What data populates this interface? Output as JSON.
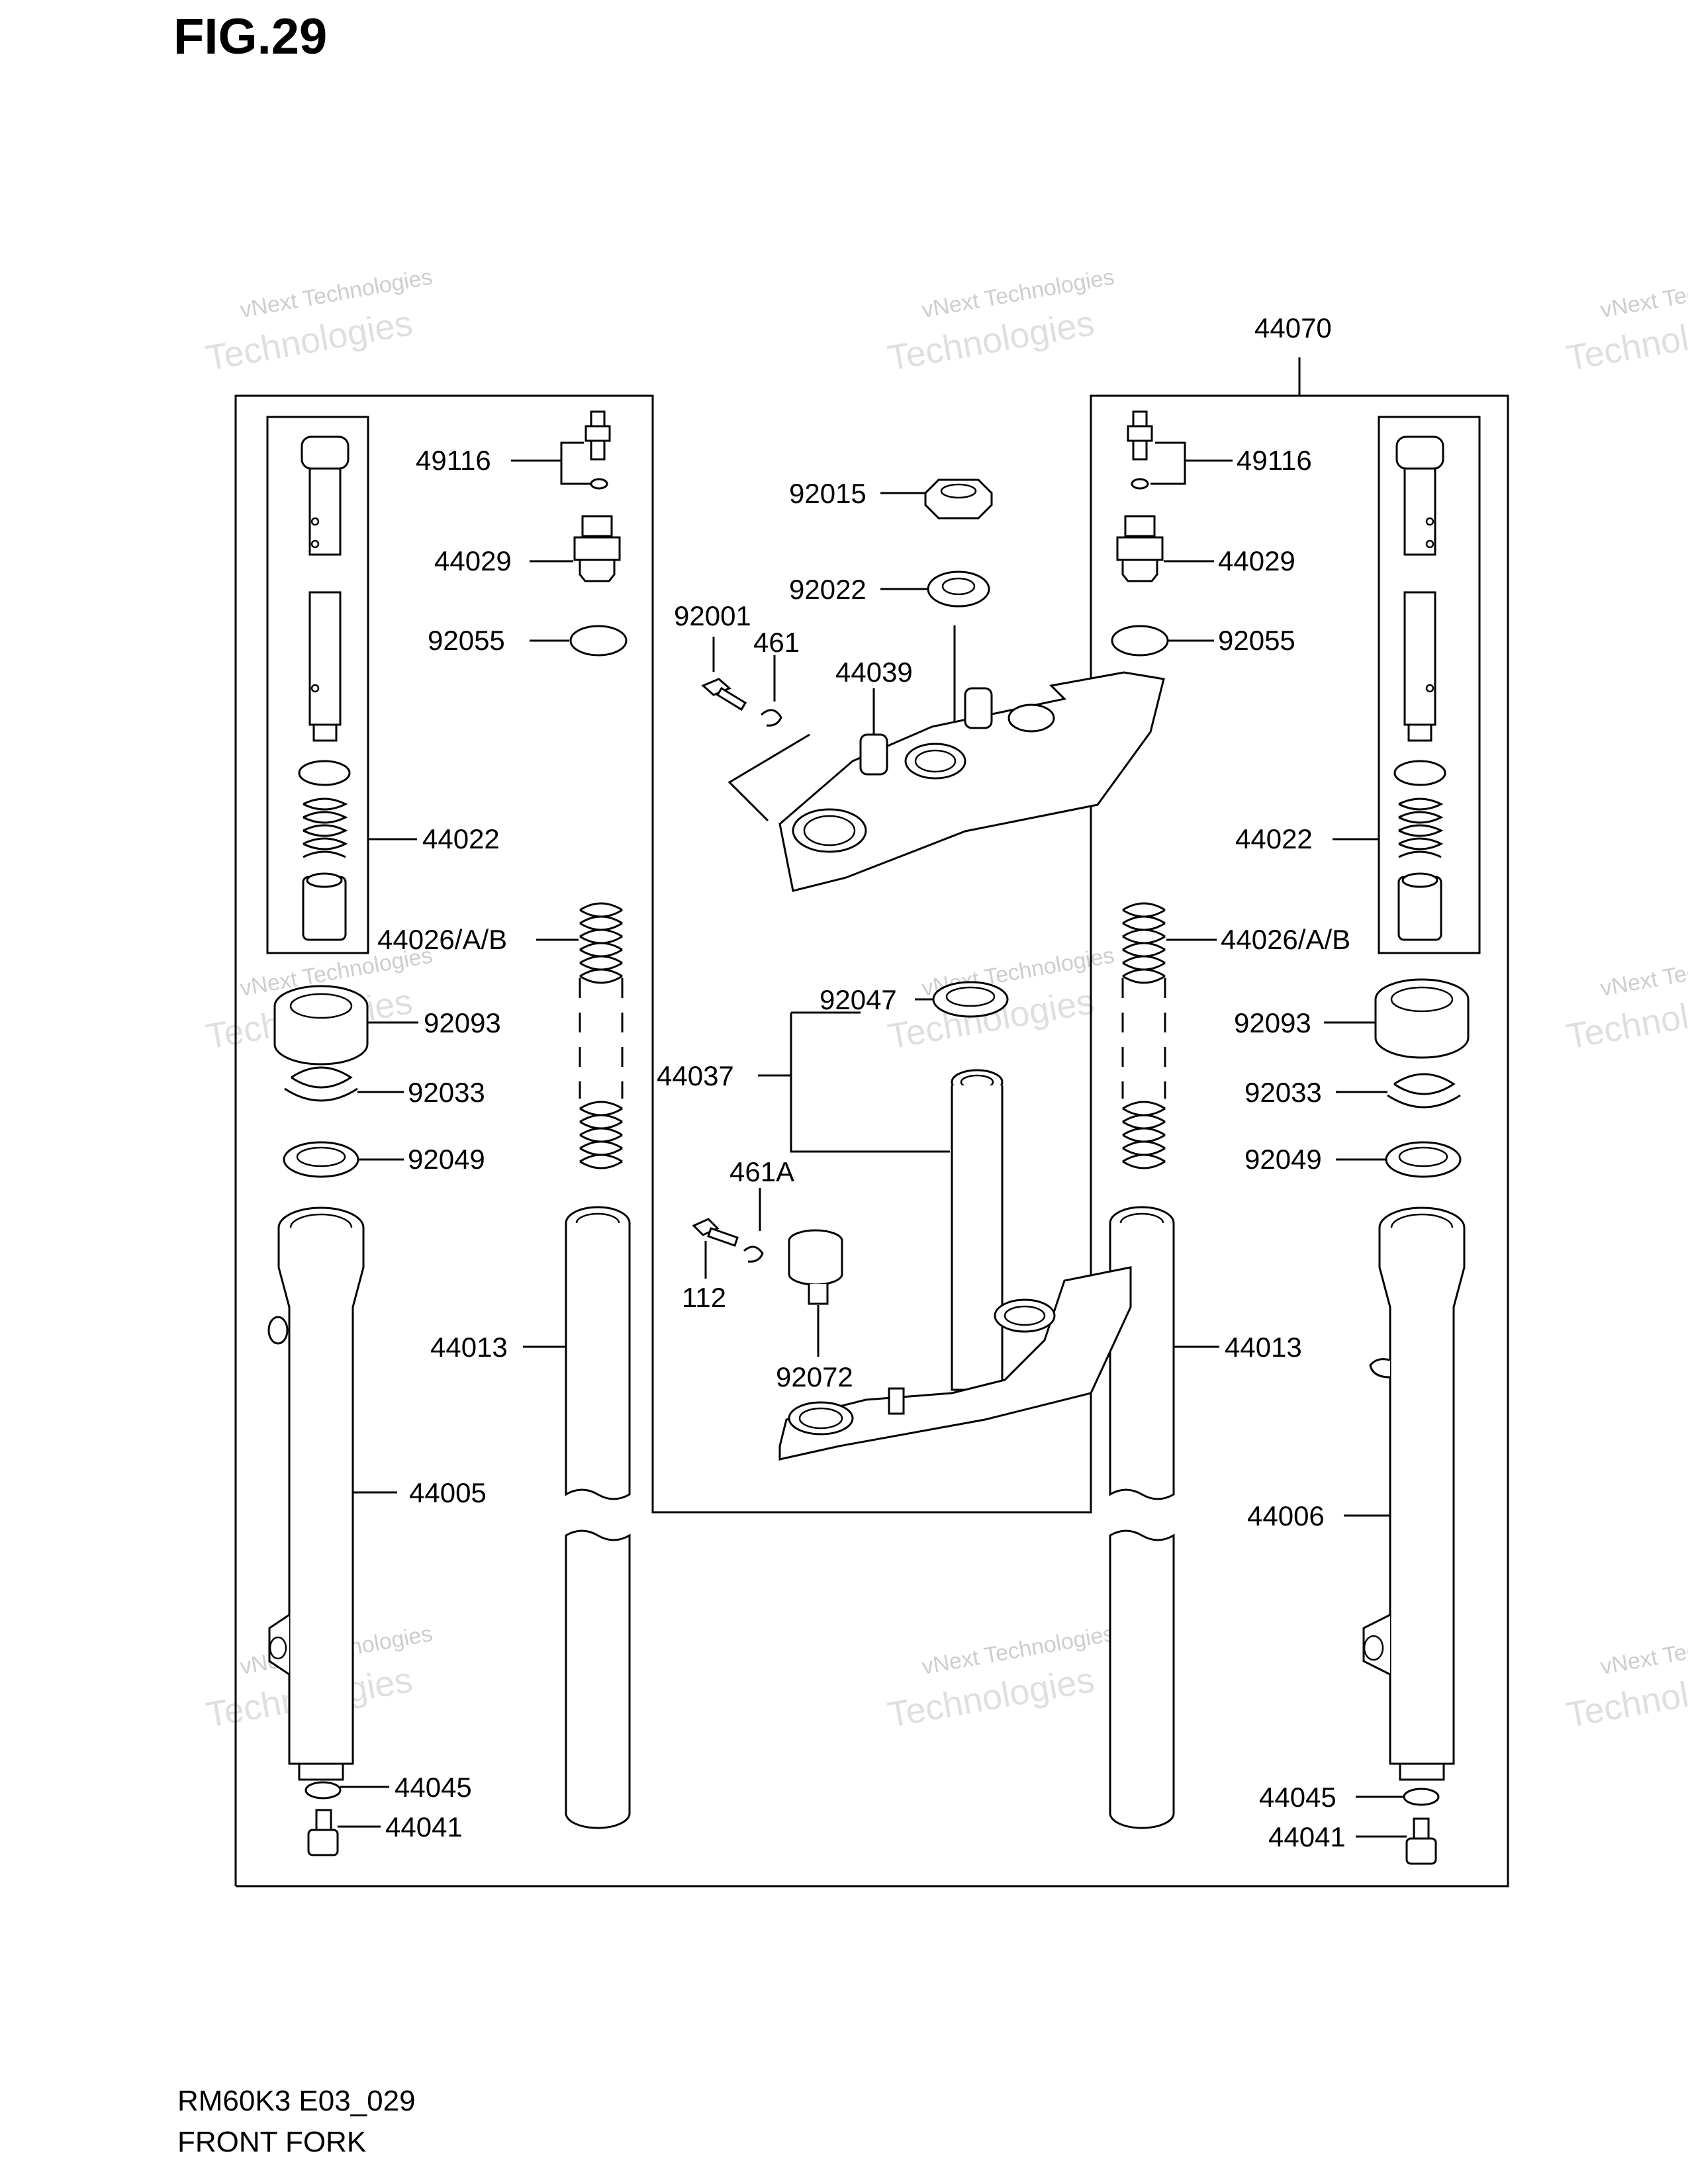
{
  "figure": {
    "title": "FIG.29",
    "code": "RM60K3 E03_029",
    "name": "FRONT FORK"
  },
  "watermark": {
    "line1": "vNext Technologies",
    "line2": "Technologies",
    "line3": "vNext"
  },
  "labels": {
    "assembly": "44070",
    "cap_bolt_l": "49116",
    "cap_bolt_r": "49116",
    "valve_l": "44029",
    "valve_r": "44029",
    "oring_l": "92055",
    "oring_r": "92055",
    "damper_l": "44022",
    "damper_r": "44022",
    "spring_l": "44026/A/B",
    "spring_r": "44026/A/B",
    "dust_seal_l": "92093",
    "dust_seal_r": "92093",
    "ring_l": "92033",
    "ring_r": "92033",
    "oil_seal_l": "92049",
    "oil_seal_r": "92049",
    "inner_tube_l": "44013",
    "inner_tube_r": "44013",
    "outer_tube_l": "44005",
    "outer_tube_r": "44006",
    "washer_l": "44045",
    "washer_r": "44045",
    "bolt_l": "44041",
    "bolt_r": "44041",
    "nut": "92015",
    "washer_top": "92022",
    "clamp_bolt_top": "92001",
    "lockwasher_top": "461",
    "upper_bracket": "44039",
    "bearing": "92047",
    "stem": "44037",
    "lockwasher_low": "461A",
    "clamp_bolt_low": "112",
    "cable_clamp": "92072"
  }
}
